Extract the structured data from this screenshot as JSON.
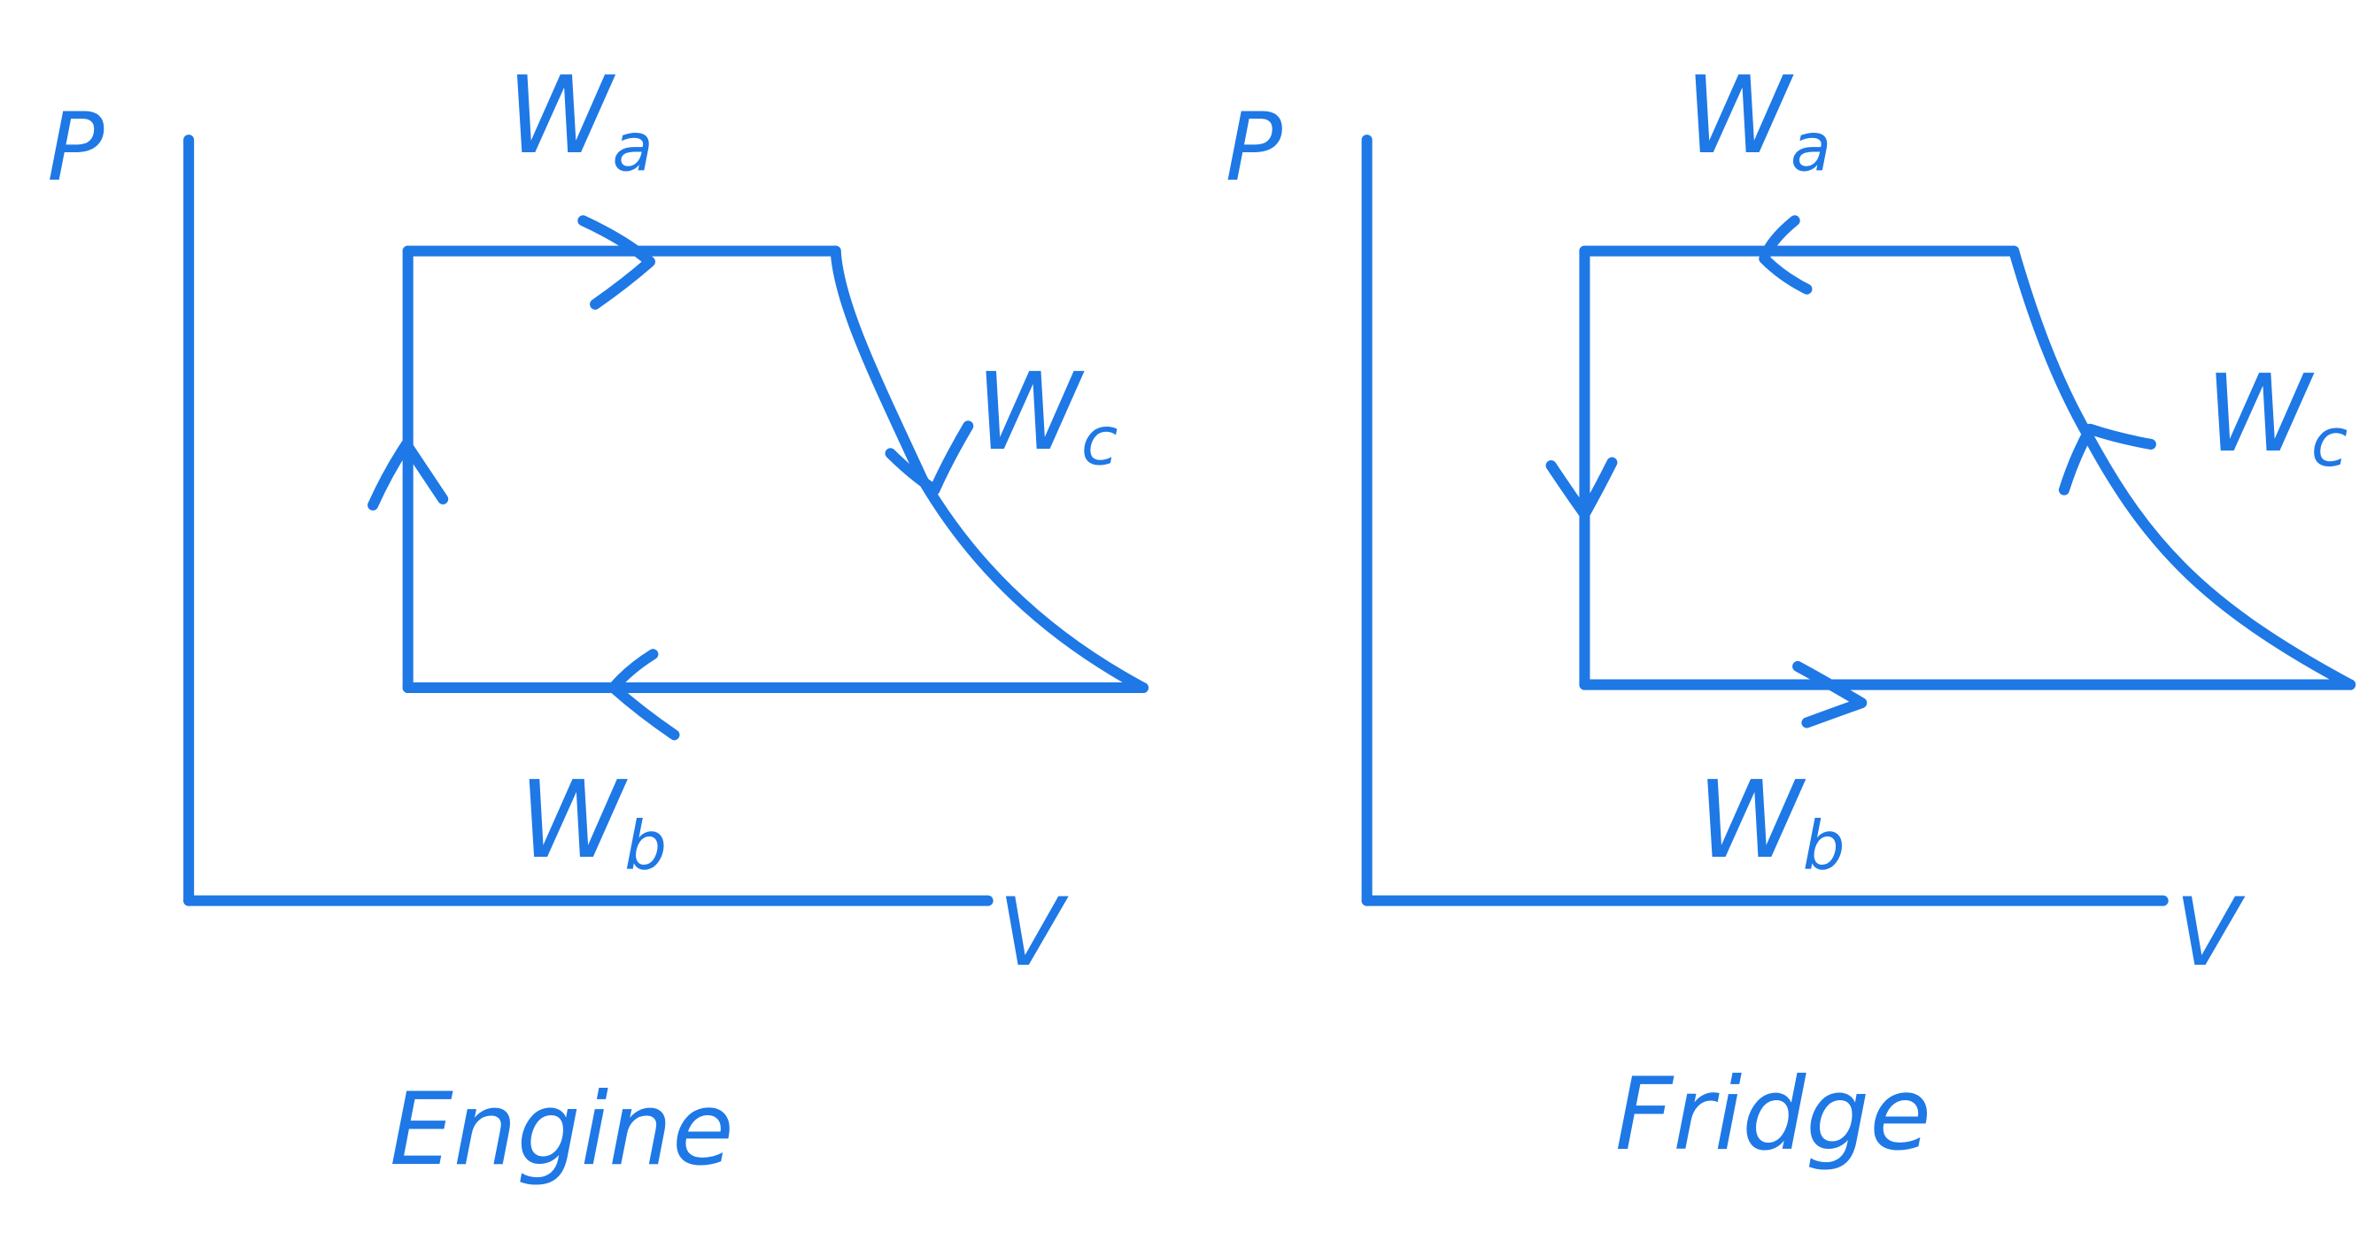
{
  "ink_color": "#1E78E6",
  "background": "#FFFFFF",
  "diagrams": [
    {
      "axis_y_label": "P",
      "axis_x_label": "V",
      "caption": "Engine",
      "work_top": {
        "letter": "W",
        "sub": "a"
      },
      "work_bottom": {
        "letter": "W",
        "sub": "b"
      },
      "work_curve": {
        "letter": "W",
        "sub": "c"
      }
    },
    {
      "axis_y_label": "P",
      "axis_x_label": "V",
      "caption": "Fridge",
      "work_top": {
        "letter": "W",
        "sub": "a"
      },
      "work_bottom": {
        "letter": "W",
        "sub": "b"
      },
      "work_curve": {
        "letter": "W",
        "sub": "c"
      }
    }
  ]
}
